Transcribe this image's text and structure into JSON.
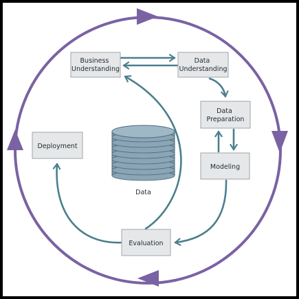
{
  "diagram": {
    "nodes": {
      "business_understanding": [
        "Business",
        "Understanding"
      ],
      "data_understanding": [
        "Data",
        "Understanding"
      ],
      "data_preparation": [
        "Data",
        "Preparation"
      ],
      "modeling": [
        "Modeling"
      ],
      "evaluation": [
        "Evaluation"
      ],
      "deployment": [
        "Deployment"
      ]
    },
    "center_label": "Data"
  },
  "colors": {
    "cycle": "#7a62a3",
    "flow": "#4a7f8e",
    "box_fill": "#e6e7e9",
    "database": "#7b97a8"
  },
  "icons": {
    "center": "database-cylinder-icon",
    "cycle_arrowheads": "triangle-arrow-icon",
    "flow_arrowheads": "chevron-arrow-icon"
  }
}
